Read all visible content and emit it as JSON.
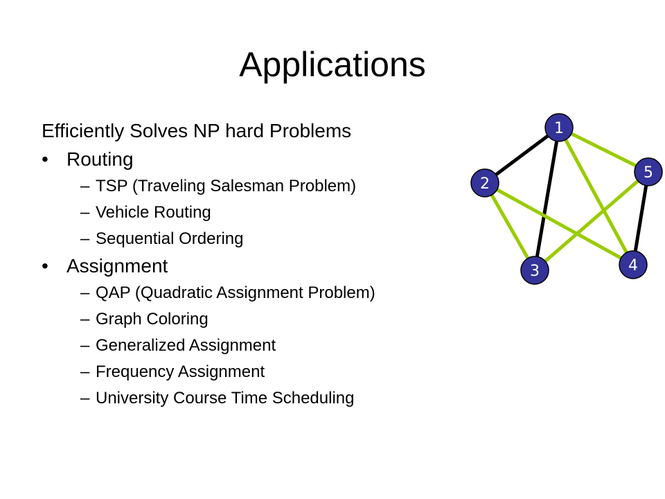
{
  "slide": {
    "title": "Applications",
    "intro": "Efficiently Solves NP hard Problems",
    "sections": [
      {
        "heading": "Routing",
        "items": [
          "TSP (Traveling Salesman Problem)",
          "Vehicle Routing",
          "Sequential Ordering"
        ]
      },
      {
        "heading": "Assignment",
        "items": [
          "QAP (Quadratic Assignment Problem)",
          "Graph Coloring",
          "Generalized Assignment",
          "Frequency Assignment",
          "University Course Time Scheduling"
        ]
      }
    ],
    "bullet_glyph": "•",
    "dash_glyph": "–"
  },
  "graph": {
    "nodes": [
      {
        "id": "1",
        "label": "1"
      },
      {
        "id": "2",
        "label": "2"
      },
      {
        "id": "3",
        "label": "3"
      },
      {
        "id": "4",
        "label": "4"
      },
      {
        "id": "5",
        "label": "5"
      }
    ],
    "edges": [
      {
        "from": "1",
        "to": "2",
        "kind": "tour"
      },
      {
        "from": "1",
        "to": "3",
        "kind": "tour"
      },
      {
        "from": "5",
        "to": "4",
        "kind": "tour"
      },
      {
        "from": "1",
        "to": "5",
        "kind": "other"
      },
      {
        "from": "1",
        "to": "4",
        "kind": "other"
      },
      {
        "from": "2",
        "to": "3",
        "kind": "other"
      },
      {
        "from": "2",
        "to": "4",
        "kind": "other"
      },
      {
        "from": "3",
        "to": "5",
        "kind": "other"
      }
    ],
    "colors": {
      "tour_edge": "#000000",
      "other_edge": "#99cc00",
      "node_fill": "#333399",
      "node_stroke": "#000000",
      "node_label": "#ffffff"
    }
  }
}
